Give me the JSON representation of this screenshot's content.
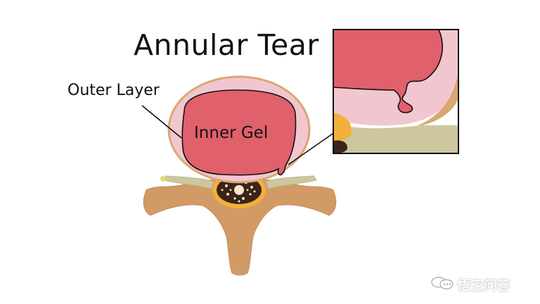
{
  "title": "Annular Tear",
  "labels": {
    "outer_layer": "Outer Layer",
    "inner_gel": "Inner Gel"
  },
  "watermark": {
    "text": "悟空问答",
    "icon": "chat-bubbles-icon"
  },
  "colors": {
    "outer_layer": "#f2c6cf",
    "outer_rim": "#d9a872",
    "inner_gel": "#e0606b",
    "vertebra": "#d29b66",
    "ligament": "#cdc7a0",
    "spinal_canal": "#f3b03a",
    "spinal_cord": "#3a2418",
    "outline": "#111111"
  }
}
